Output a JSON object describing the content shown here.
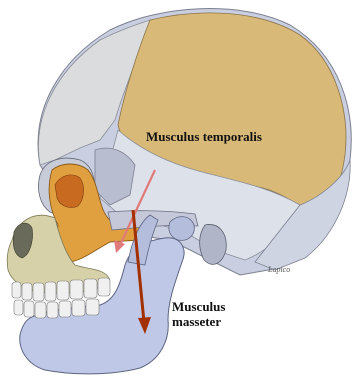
{
  "labels": {
    "temporalis_line1": "Musculus temporalis",
    "masseter_line1": "Musculus",
    "masseter_line2": "masseter"
  },
  "signature": "Lapico",
  "colors": {
    "skull_bone": "#c9cee0",
    "parietal_highlight": "#d9b978",
    "frontal_bone": "#dadcde",
    "zygomatic": "#e0a040",
    "maxilla": "#d6d1a8",
    "mandible": "#bfc8e6",
    "teeth": "#f0f0f0",
    "arrow_masseter": "#a33000",
    "arrow_temporalis": "#e07a7a"
  }
}
